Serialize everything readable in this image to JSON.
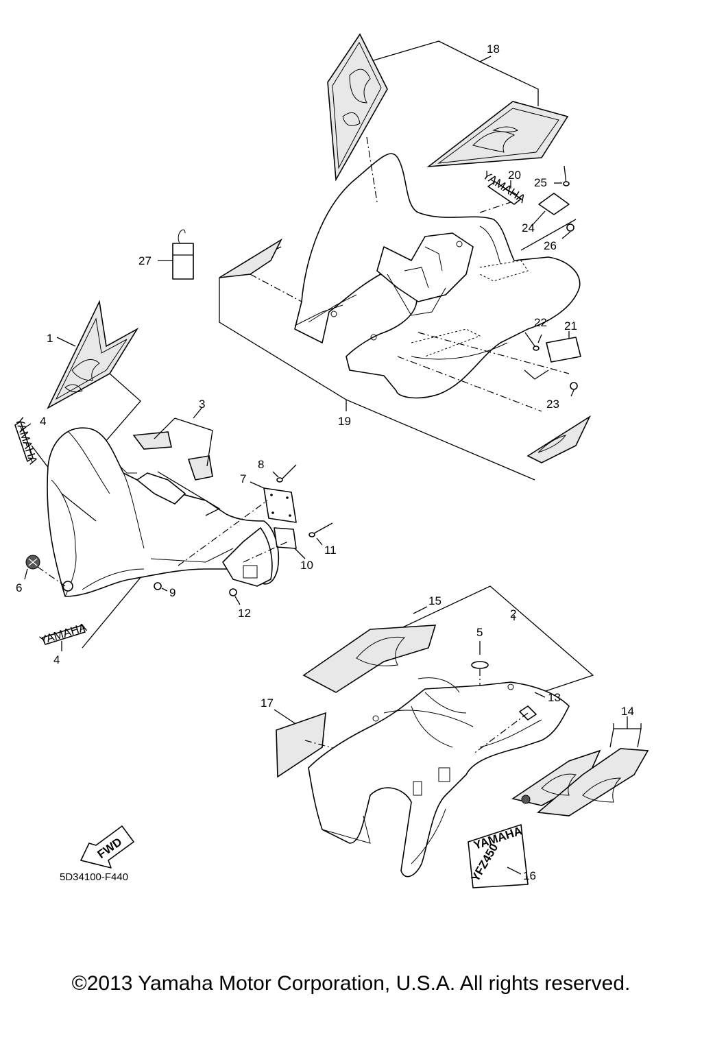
{
  "diagram": {
    "code": "5D34100-F440",
    "fwd_label": "FWD",
    "brand_decal_text": "YAMAHA",
    "model_decal_text": "YFZ450",
    "callouts": [
      "1",
      "2",
      "3",
      "4",
      "4",
      "5",
      "6",
      "7",
      "8",
      "9",
      "10",
      "11",
      "12",
      "13",
      "14",
      "15",
      "16",
      "17",
      "18",
      "19",
      "20",
      "21",
      "22",
      "23",
      "24",
      "25",
      "26",
      "27"
    ]
  },
  "footer": {
    "copyright": "©2013 Yamaha Motor Corporation, U.S.A. All rights reserved."
  }
}
